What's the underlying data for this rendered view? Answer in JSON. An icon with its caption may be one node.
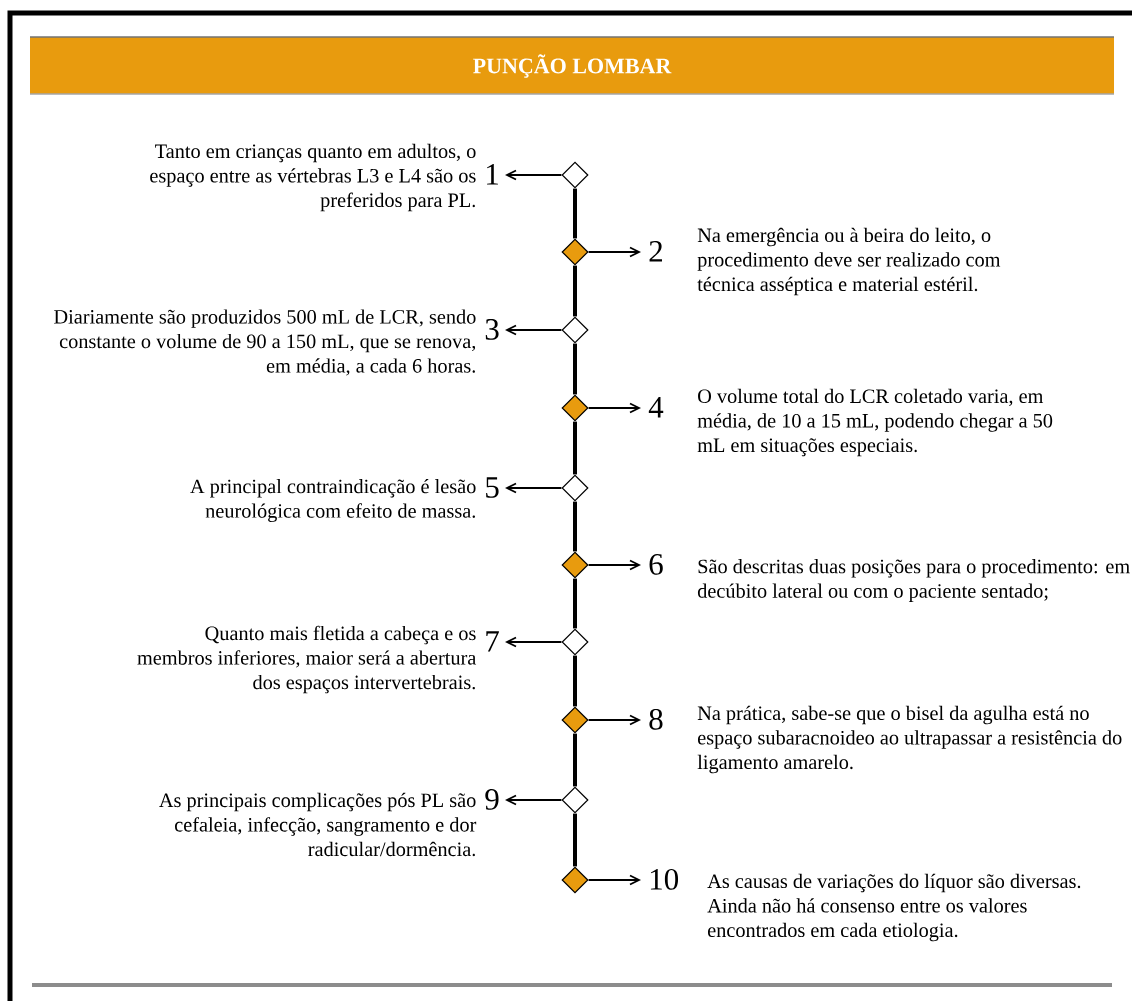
{
  "diagram": {
    "title": "PUNÇÃO LOMBAR",
    "nodes": [
      {
        "text": [],
        "shape": "diamond"
      },
      {
        "text": [
          "Tanto em crianças quanto em adultos, o espaço entre as vértebras L3 e L4 são os preferidos para PL.",
          "1"
        ]
      },
      {
        "text": [],
        "shape": "diamond"
      },
      {
        "text": [
          "2",
          "Na emergência ou à beira do leito, o procedimento deve ser realizado com técnica asséptica e material estéril."
        ]
      },
      {
        "text": [],
        "shape": "diamond"
      },
      {
        "text": [
          "Diariamente são produzidos 500 mL de LCR, sendo constante o volume de 90 a 150 mL, que se renova, em média, a cada 6 horas.",
          "3"
        ]
      },
      {
        "text": [],
        "shape": "diamond"
      },
      {
        "text": [
          "4",
          "O volume total do LCR coletado varia, em média, de 10 a 15 mL, podendo chegar a 50 mL em situações especiais."
        ]
      },
      {
        "text": [],
        "shape": "diamond"
      },
      {
        "text": [
          "A principal contraindicação é lesão neurológica com efeito de massa.",
          "5"
        ]
      },
      {
        "text": [],
        "shape": "diamond"
      },
      {
        "text": [
          "6",
          "São descritas duas posições para o procedimento: em decúbito lateral ou com o paciente sentado;"
        ]
      },
      {
        "text": [],
        "shape": "diamond"
      },
      {
        "text": [
          "Quanto mais fletida a cabeça e os membros inferiores, maior será a abertura dos espaços intervertebrais.",
          "7"
        ]
      },
      {
        "text": [],
        "shape": "diamond"
      },
      {
        "text": [
          "8",
          "Na prática, sabe-se que o bisel da agulha está no espaço subaracnoideo ao ultrapassar a resistência do ligamento amarelo."
        ]
      },
      {
        "text": [],
        "shape": "diamond"
      },
      {
        "text": [
          "As principais complicações pós PL são cefaleia, infecção, sangramento e dor radicular/dormência.",
          "9"
        ]
      },
      {
        "text": [],
        "shape": "diamond"
      },
      {
        "text": [
          "10",
          "As causas de variações do líquor são diversas. Ainda não há consenso entre os valores encontrados em cada etiologia."
        ]
      }
    ],
    "edges": [
      {
        "from": 0,
        "to": 1,
        "arrow": "to"
      },
      {
        "from": 0,
        "to": 2,
        "arrow": "none",
        "style": "thick"
      },
      {
        "from": 2,
        "to": 3,
        "arrow": "to"
      },
      {
        "from": 2,
        "to": 4,
        "arrow": "none",
        "style": "thick"
      },
      {
        "from": 4,
        "to": 5,
        "arrow": "to"
      },
      {
        "from": 4,
        "to": 6,
        "arrow": "none",
        "style": "thick"
      },
      {
        "from": 6,
        "to": 7,
        "arrow": "to"
      },
      {
        "from": 6,
        "to": 8,
        "arrow": "none",
        "style": "thick"
      },
      {
        "from": 8,
        "to": 9,
        "arrow": "to"
      },
      {
        "from": 8,
        "to": 10,
        "arrow": "none",
        "style": "thick"
      },
      {
        "from": 10,
        "to": 11,
        "arrow": "to"
      },
      {
        "from": 10,
        "to": 12,
        "arrow": "none",
        "style": "thick"
      },
      {
        "from": 12,
        "to": 13,
        "arrow": "to"
      },
      {
        "from": 12,
        "to": 14,
        "arrow": "none",
        "style": "thick"
      },
      {
        "from": 14,
        "to": 15,
        "arrow": "to"
      },
      {
        "from": 14,
        "to": 16,
        "arrow": "none",
        "style": "thick"
      },
      {
        "from": 16,
        "to": 17,
        "arrow": "to"
      },
      {
        "from": 16,
        "to": 18,
        "arrow": "none",
        "style": "thick"
      },
      {
        "from": 18,
        "to": 19,
        "arrow": "to"
      }
    ]
  }
}
